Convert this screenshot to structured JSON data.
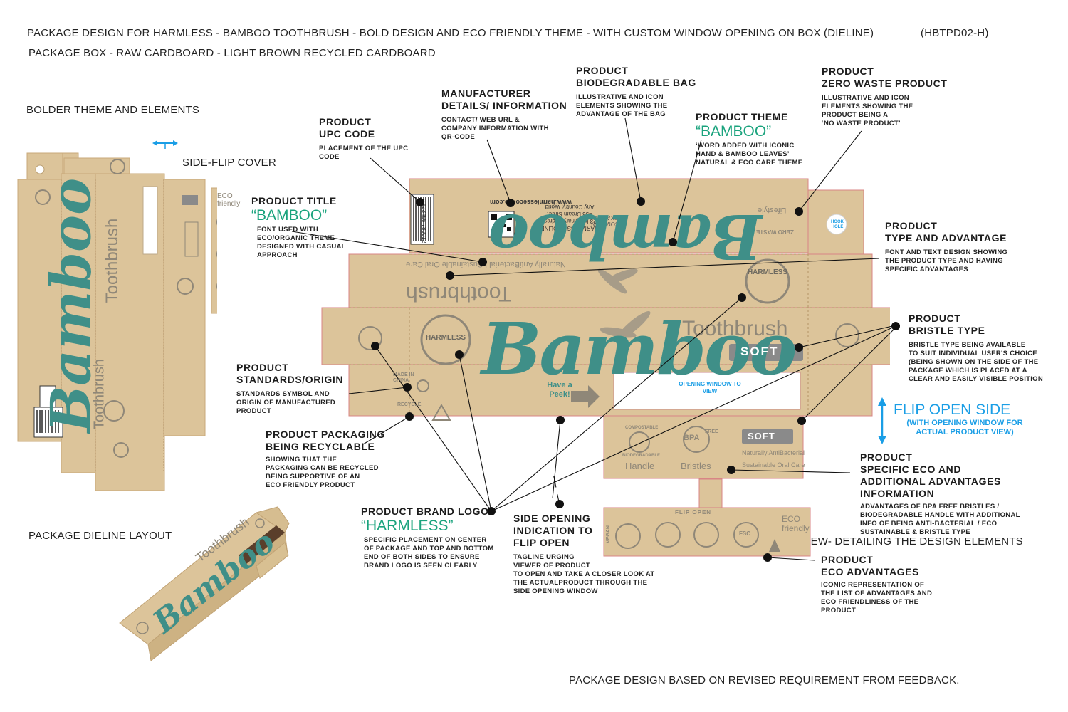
{
  "header": {
    "title": "PACKAGE DESIGN FOR HARMLESS - BAMBOO TOOTHBRUSH - BOLD DESIGN AND ECO FRIENDLY THEME - WITH CUSTOM WINDOW OPENING ON BOX (DIELINE)",
    "code": "(HBTPD02-H)",
    "subtitle": "PACKAGE BOX - RAW CARDBOARD - LIGHT BROWN RECYCLED CARDBOARD"
  },
  "left": {
    "bolder_theme": "BOLDER THEME AND ELEMENTS",
    "side_flip_cover": "SIDE-FLIP COVER",
    "dieline_layout": "PACKAGE DIELINE LAYOUT"
  },
  "footer": {
    "note": "PACKAGE DESIGN BASED ON REVISED REQUIREMENT FROM FEEDBACK.",
    "overview": "VIEW- DETAILING THE DESIGN ELEMENTS"
  },
  "package": {
    "brand": "HARMLESS",
    "product_word": "Bamboo",
    "toothbrush": "Toothbrush",
    "soft": "SOFT",
    "tagline": "Have a Peek!",
    "window": "OPENING WINDOW TO VIEW",
    "hook_hole": "HOOK HOLE",
    "made_in": "MADE IN CHINA",
    "recycle": "RECYCLE",
    "naturally": "Naturally AntiBacterial",
    "sustainable": "Sustainable Oral Care",
    "eco_friendly": "ECO friendly",
    "flip_open": "FLIP OPEN",
    "handle": "Handle",
    "bristles": "Bristles",
    "compostable": "COMPOSTABLE",
    "biodegradable": "BIODEGRADABLE",
    "bpa": "BPA",
    "free": "FREE",
    "vegan": "VEGAN",
    "fsc": "FSC",
    "company": "HARMLESS ECOLINE",
    "address1": "123 Imaginary Address,",
    "address2": "456 Dream Street",
    "address3": "Any Country, World",
    "url": "www.harmlessecoline.com",
    "upc": "0 123456 789012",
    "comes_in": "COMES IN",
    "package_bag": "PACKAGE BAG",
    "lifestyle": "Lifestyle",
    "zero_waste": "ZERO WASTE"
  },
  "callouts": {
    "upc": {
      "title": "PRODUCT\nUPC CODE",
      "body": "PLACEMENT OF THE UPC\nCODE"
    },
    "manufacturer": {
      "title": "MANUFACTURER\nDETAILS/ INFORMATION",
      "body": "CONTACT/ WEB URL &\nCOMPANY INFORMATION WITH\nQR-CODE"
    },
    "bag": {
      "title": "PRODUCT\nBIODEGRADABLE BAG",
      "body": "ILLUSTRATIVE AND ICON\nELEMENTS SHOWING THE\nADVANTAGE OF THE BAG"
    },
    "theme": {
      "title": "PRODUCT THEME",
      "word": "“BAMBOO”",
      "body": "‘WORD ADDED WITH ICONIC\nHAND & BAMBOO LEAVES’\nNATURAL & ECO CARE THEME"
    },
    "zero_waste": {
      "title": "PRODUCT\nZERO WASTE PRODUCT",
      "body": "ILLUSTRATIVE AND ICON\nELEMENTS SHOWING THE\nPRODUCT BEING A\n‘NO WASTE PRODUCT’"
    },
    "product_title": {
      "title": "PRODUCT TITLE",
      "word": "“BAMBOO”",
      "body": "FONT USED WITH\nECO/ORGANIC THEME\nDESIGNED WITH CASUAL\nAPPROACH"
    },
    "type": {
      "title": "PRODUCT\nTYPE AND ADVANTAGE",
      "body": "FONT AND TEXT DESIGN SHOWING\nTHE PRODUCT TYPE AND HAVING\nSPECIFIC ADVANTAGES"
    },
    "bristle": {
      "title": "PRODUCT\nBRISTLE TYPE",
      "body": "BRISTLE TYPE BEING AVAILABLE\nTO SUIT INDIVIDUAL USER'S CHOICE\n(BEING SHOWN ON THE SIDE OF THE\nPACKAGE WHICH IS PLACED AT A\nCLEAR AND EASILY VISIBLE POSITION"
    },
    "standards": {
      "title": "PRODUCT\nSTANDARDS/ORIGIN",
      "body": "STANDARDS SYMBOL AND\nORIGIN OF MANUFACTURED\nPRODUCT"
    },
    "recyclable": {
      "title": "PRODUCT PACKAGING\nBEING RECYCLABLE",
      "body": "SHOWING THAT THE\nPACKAGING CAN BE RECYCLED\nBEING SUPPORTIVE OF AN\nECO FRIENDLY PRODUCT"
    },
    "flip": {
      "title": "FLIP OPEN SIDE",
      "body": "(WITH OPENING WINDOW FOR\nACTUAL PRODUCT VIEW)"
    },
    "specific": {
      "title": "PRODUCT\nSPECIFIC ECO AND\nADDITIONAL ADVANTAGES\nINFORMATION",
      "body": "ADVANTAGES OF BPA FREE BRISTLES /\nBIODEGRADABLE HANDLE WITH ADDITIONAL\nINFO OF BEING ANTI-BACTERIAL / ECO\nSUSTAINABLE & BRISTLE TYPE"
    },
    "brand_logo": {
      "title": "PRODUCT BRAND LOGO",
      "word": "“HARMLESS”",
      "body": "SPECIFIC PLACEMENT ON CENTER\nOF PACKAGE AND TOP AND BOTTOM\nEND OF BOTH SIDES TO ENSURE\nBRAND LOGO IS SEEN CLEARLY"
    },
    "side_opening": {
      "title": "SIDE OPENING\nINDICATION TO\nFLIP OPEN",
      "body": "TAGLINE URGING\nVIEWER OF PRODUCT\nTO OPEN AND TAKE A CLOSER LOOK AT\nTHE ACTUALPRODUCT THROUGH THE\nSIDE OPENING WINDOW"
    },
    "eco_adv": {
      "title": "PRODUCT\nECO ADVANTAGES",
      "body": "ICONIC REPRESENTATION OF\nTHE LIST OF ADVANTAGES AND\nECO FRIENDLINESS OF THE\nPRODUCT"
    }
  },
  "colors": {
    "kraft": "#dcc49a",
    "teal": "#3f8f88",
    "green_theme": "#1aa37d",
    "blue": "#1a9ee6",
    "ink": "#1c1c1c"
  }
}
